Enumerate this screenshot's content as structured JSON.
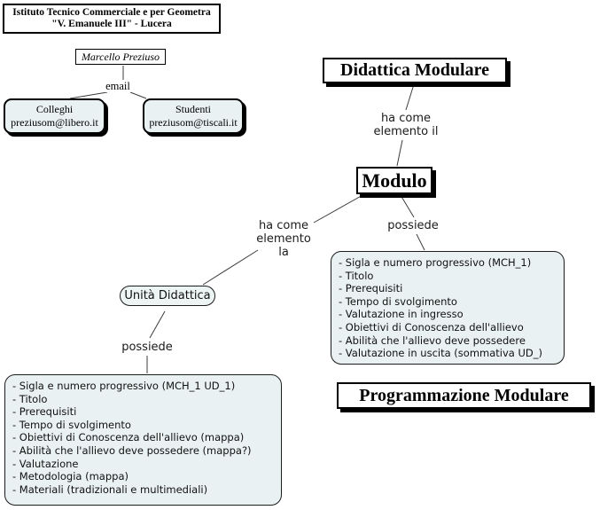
{
  "colors": {
    "background": "#ffffff",
    "node_fill": "#e9f1f2",
    "node_border": "#000000",
    "node_shadow": "#000000",
    "connector_line": "#3c3c3c"
  },
  "institute": {
    "line1": "Istituto Tecnico Commerciale e per Geometra",
    "line2": "\"V. Emanuele III\" - Lucera"
  },
  "email_section": {
    "author": "Marcello Preziuso",
    "link_label": "email",
    "colleghi_title": "Colleghi",
    "colleghi_address": "preziusom@libero.it",
    "studenti_title": "Studenti",
    "studenti_address": "preziusom@tiscali.it"
  },
  "map": {
    "title_top": "Didattica Modulare",
    "title_bottom": "Programmazione Modulare",
    "modulo_label": "Modulo",
    "unita_label": "Unità Didattica",
    "link_ha_come_il": [
      "ha come",
      "elemento il"
    ],
    "link_ha_come_la": [
      "ha come",
      "elemento",
      "la"
    ],
    "link_possiede_right": "possiede",
    "link_possiede_left": "possiede",
    "modulo_properties": [
      "- Sigla e numero progressivo (MCH_1)",
      "- Titolo",
      "- Prerequisiti",
      "- Tempo di svolgimento",
      "- Valutazione in ingresso",
      "- Obiettivi di Conoscenza dell'allievo",
      "- Abilità che l'allievo deve possedere",
      "- Valutazione in uscita (sommativa UD_)"
    ],
    "unita_properties": [
      "- Sigla e numero progressivo (MCH_1 UD_1)",
      "- Titolo",
      "- Prerequisiti",
      "- Tempo di svolgimento",
      "- Obiettivi di Conoscenza dell'allievo (mappa)",
      "- Abilità che l'allievo deve possedere (mappa?)",
      "- Valutazione",
      "- Metodologia (mappa)",
      "- Materiali (tradizionali e multimediali)"
    ]
  }
}
